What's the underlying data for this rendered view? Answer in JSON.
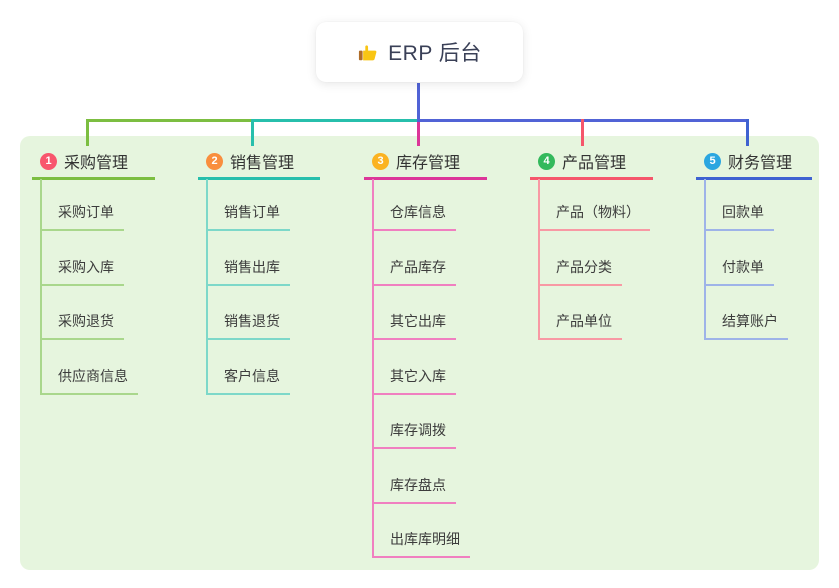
{
  "root": {
    "label": "ERP 后台",
    "icon": "thumbs-up-icon"
  },
  "colors": {
    "canvas_bg": "#FFFFFF",
    "panel_bg": "#E6F5DE",
    "root_connector": "#5163D6",
    "root_text": "#3A4057",
    "node_text": "#3C3C3C"
  },
  "branches": [
    {
      "badge": "1",
      "label": "采购管理",
      "badge_color": "#F8566D",
      "color": "#7CBE41",
      "color_light": "#A9D78C",
      "children": [
        "采购订单",
        "采购入库",
        "采购退货",
        "供应商信息"
      ]
    },
    {
      "badge": "2",
      "label": "销售管理",
      "badge_color": "#F98E3D",
      "color": "#27BFAC",
      "color_light": "#7DD8C9",
      "children": [
        "销售订单",
        "销售出库",
        "销售退货",
        "客户信息"
      ]
    },
    {
      "badge": "3",
      "label": "库存管理",
      "badge_color": "#FBB321",
      "color": "#DC3699",
      "color_light": "#F07FC0",
      "children": [
        "仓库信息",
        "产品库存",
        "其它出库",
        "其它入库",
        "库存调拨",
        "库存盘点",
        "出库库明细"
      ]
    },
    {
      "badge": "4",
      "label": "产品管理",
      "badge_color": "#33B95C",
      "color": "#F5566B",
      "color_light": "#F899A4",
      "children": [
        "产品（物料）",
        "产品分类",
        "产品单位"
      ]
    },
    {
      "badge": "5",
      "label": "财务管理",
      "badge_color": "#2BA6E0",
      "color": "#3F62D1",
      "color_light": "#9EB3E8",
      "children": [
        "回款单",
        "付款单",
        "结算账户"
      ]
    }
  ]
}
